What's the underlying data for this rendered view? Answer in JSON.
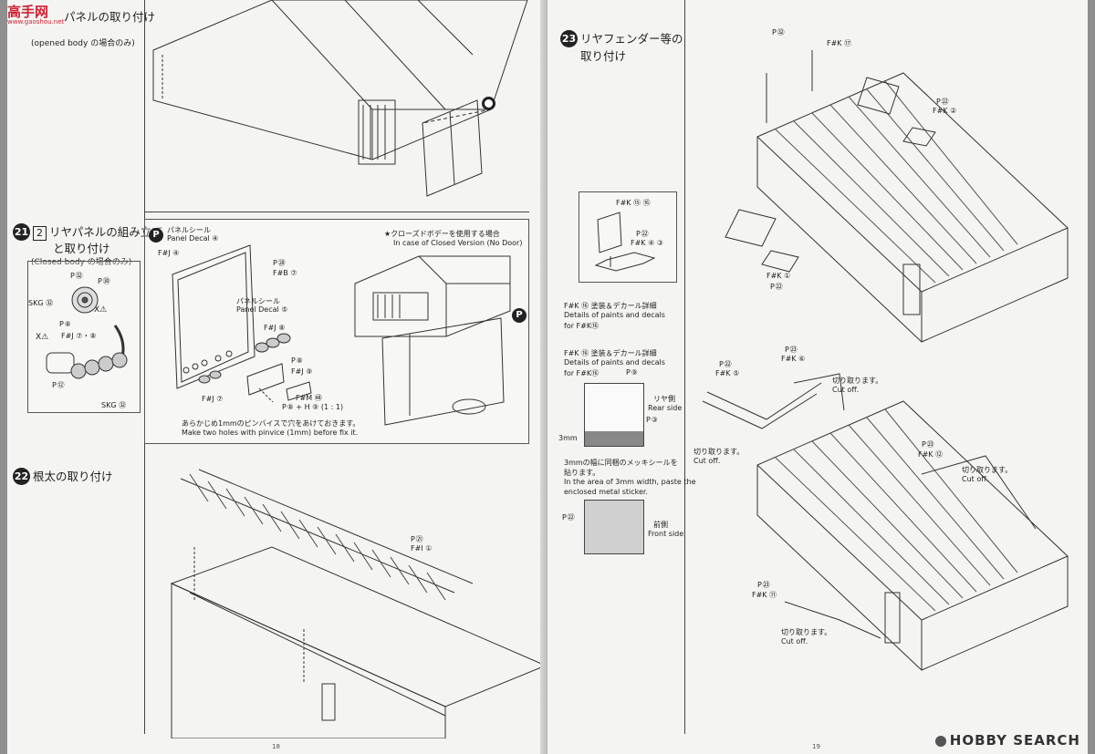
{
  "watermark": {
    "logo_text": "高手网",
    "logo_sub": "www.gaoshou.net",
    "hobby_search": "HOBBY SEARCH"
  },
  "left": {
    "step20": {
      "title_suffix": "パネルの取り付け",
      "subtitle": "(opened body の場合のみ)"
    },
    "step20_mark": "O",
    "step21": {
      "num": "21",
      "box": "2",
      "title_a": "リヤパネルの組み立て",
      "title_b": "と取り付け",
      "subtitle": "(Closed body の場合のみ)"
    },
    "step21_left": {
      "p32": "P ㉜",
      "p30": "P ㉚",
      "skg62a": "SKG ㉜",
      "p8": "P ⑧",
      "xa": "X⚠",
      "xb": "X⚠",
      "fj78": "F#J ⑦・⑧",
      "p12": "P ⑫",
      "skg62b": "SKG ㉜"
    },
    "step21_box": {
      "p_mark": "P",
      "panel_seal_jp": "パネルシール",
      "panel_decal_1": "Panel Decal ④",
      "fj4": "F#J ④",
      "p28": "P ㉘",
      "fb7": "F#B ⑦",
      "panel_seal_jp2": "パネルシール",
      "panel_decal_5": "Panel Decal ⑤",
      "fj8": "F#J ⑧",
      "p8": "P ⑧",
      "fj9": "F#J ⑨",
      "fm65": "F#M ㊽",
      "ratio": "P ⑧ + H ⑨ (1 : 1)",
      "fj7": "F#J ⑦",
      "hole_jp": "あらかじめ1mmのピンバイスで穴をあけておきます。",
      "hole_en": "Make two holes with pinvice (1mm) before fix it.",
      "closed_jp": "★クローズドボデーを使用する場合",
      "closed_en": "In case of Closed Version (No Door)",
      "p_mark2": "P"
    },
    "step22": {
      "num": "22",
      "title": "根太の取り付け",
      "ph21": "P ㉑",
      "fi1": "F#I ①"
    },
    "page_number": "18"
  },
  "right": {
    "step23": {
      "num": "23",
      "title_a": "リヤフェンダー等の",
      "title_b": "取り付け"
    },
    "labels": {
      "p32": "P ㉜",
      "fk17": "F#K ⑰",
      "p22a": "P ㉒",
      "fk2": "F#K ②",
      "fk1": "F#K ①",
      "p22b": "P ㉒",
      "p23a": "P ㉓",
      "fk6": "F#K ⑥",
      "p22c": "P ㉒",
      "fk5": "F#K ⑤",
      "cut_jp_1": "切り取ります。",
      "cut_en_1": "Cut off.",
      "cut_jp_2": "切り取ります。",
      "cut_en_2": "Cut off.",
      "p23b": "P ㉓",
      "fk12": "F#K ⑫",
      "cut_jp_3": "切り取ります。",
      "cut_en_3": "Cut off.",
      "p23c": "P ㉓",
      "fk11": "F#K ⑪",
      "cut_jp_4": "切り取ります。",
      "cut_en_4": "Cut off."
    },
    "inset": {
      "fk15_16": "F#K ⑮ ⑯",
      "p22": "P ㉒",
      "fk4_3": "F#K ④ ③"
    },
    "detail1": {
      "head": "F#K ⑯ 塗装＆デカール詳細",
      "en1": "Details of paints and decals",
      "en2": "for F#K⑯"
    },
    "detail2": {
      "head": "F#K ⑯ 塗装＆デカール詳細",
      "en1": "Details of paints and decals",
      "en2": "for F#K⑯",
      "p9": "P ⑨"
    },
    "rear": {
      "jp": "リヤ側",
      "en": "Rear side",
      "p3": "P ③"
    },
    "mm": "3mm",
    "metal": {
      "jp1": "3mmの幅に同梱のメッキシールを",
      "jp2": "貼ります。",
      "en1": "In the area of 3mm width, paste the",
      "en2": "enclosed metal sticker."
    },
    "front": {
      "p22": "P ㉒",
      "jp": "前側",
      "en": "Front side"
    },
    "page_number": "19"
  }
}
